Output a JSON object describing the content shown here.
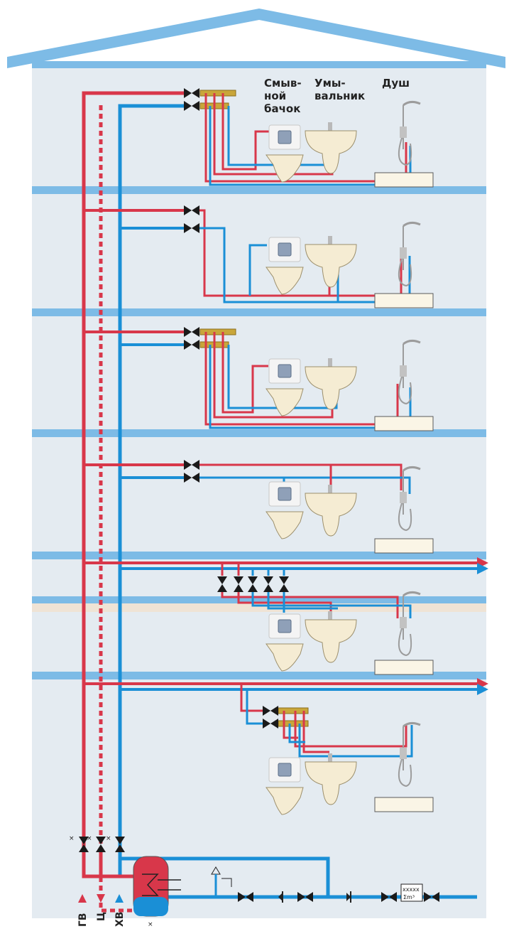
{
  "fixture_labels": {
    "flush_tank": [
      "Смыв-",
      "ной",
      "бачок"
    ],
    "washbasin": [
      "Умы-",
      "вальник"
    ],
    "shower": "Душ"
  },
  "legend": {
    "hot_water": "ГВ",
    "circulation": "Ц",
    "cold_water": "ХВ"
  },
  "meter": {
    "display": "xxxxx",
    "unit": "Σm³"
  },
  "colors": {
    "hot": "#d8374a",
    "cold": "#1a8fd6",
    "slab": "#7dbbe6",
    "roof": "#7dbbe6",
    "wall": "#e4ebf1",
    "basement_ceiling": "#efe3d5",
    "manifold": "#c9a63a",
    "valve": "#1a1a1a"
  },
  "floors": [
    {
      "name": "floor-6",
      "manifold": true,
      "riser": false
    },
    {
      "name": "floor-5",
      "manifold": false,
      "riser": false
    },
    {
      "name": "floor-4",
      "manifold": true,
      "riser": false
    },
    {
      "name": "floor-3",
      "manifold": false,
      "riser": false
    },
    {
      "name": "floor-2",
      "manifold": false,
      "riser": true
    },
    {
      "name": "floor-1",
      "manifold": true,
      "riser": true
    }
  ]
}
